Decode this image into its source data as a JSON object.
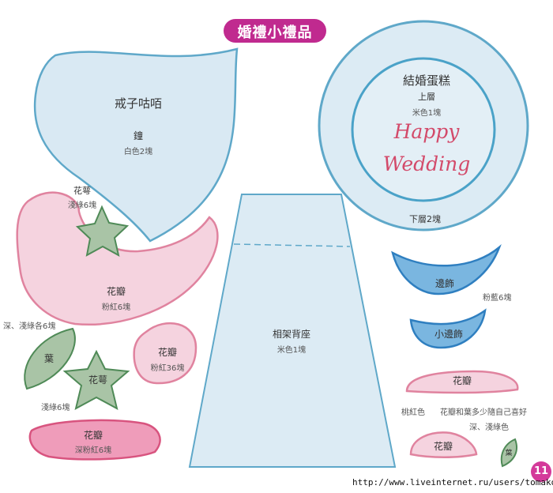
{
  "title": "婚禮小禮品",
  "page_number": "11",
  "url": "http://www.liveinternet.ru/users/tomakov/",
  "colors": {
    "title_bg": "#c02a8f",
    "blue_fill": "#d9e9f3",
    "blue_stroke": "#5fa8c9",
    "pink_fill": "#f5d3df",
    "pink_stroke": "#e0839f",
    "green_fill": "#a9c4a6",
    "green_stroke": "#4f8a57",
    "cobalt_fill": "#7ab6e0",
    "cobalt_stroke": "#2f7fc0"
  },
  "pieces": {
    "ring_box": {
      "name": "戒子咕咟",
      "part": "鐘",
      "spec": "白色2塊"
    },
    "cake": {
      "name": "結婚蛋糕",
      "upper": "上層",
      "upper_spec": "米色1塊",
      "lower_spec": "下層2塊",
      "text_line1": "Happy",
      "text_line2": "Wedding"
    },
    "sepal_top": {
      "name": "花萼",
      "spec": "淺綠6塊"
    },
    "petal_big": {
      "name": "花瓣",
      "spec": "粉紅6塊"
    },
    "leaf": {
      "spec": "深、淺綠各6塊",
      "name": "葉"
    },
    "petal_round": {
      "name": "花瓣",
      "spec": "粉紅36塊"
    },
    "sepal_bottom": {
      "name": "花萼",
      "spec": "淺綠6塊"
    },
    "petal_bottom": {
      "name": "花瓣",
      "spec": "深粉紅6塊"
    },
    "frame_stand": {
      "name": "相架背座",
      "spec": "米色1塊"
    },
    "edging": {
      "name": "邊飾",
      "spec": "粉藍6塊"
    },
    "small_edging": {
      "name": "小邊飾"
    },
    "petal_right": {
      "name": "花瓣",
      "color": "桃紅色",
      "note": "花瓣和葉多少隨自己喜好"
    },
    "petal_right_small": {
      "name": "花瓣"
    },
    "leaf_small": {
      "spec": "深、淺綠色",
      "name": "葉"
    }
  }
}
